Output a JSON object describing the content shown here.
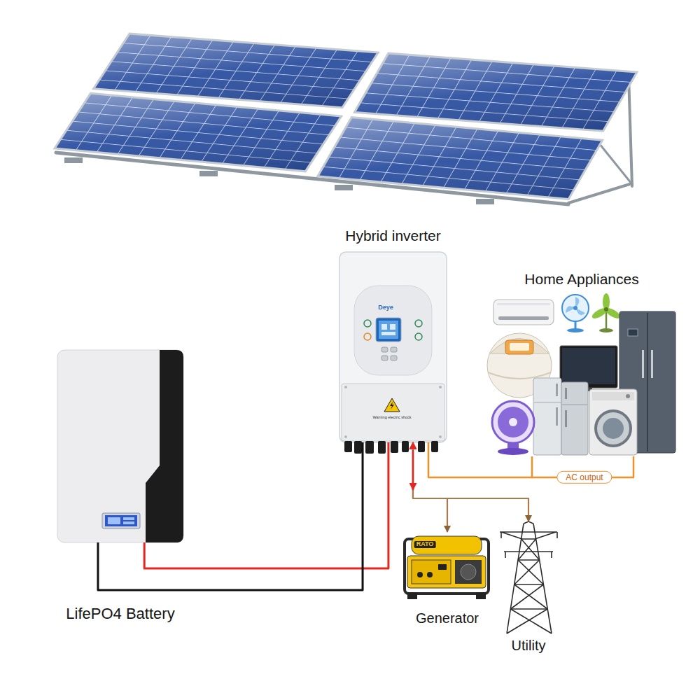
{
  "diagram": {
    "nodes": [
      {
        "text": [
          "Hybrid inverter"
        ]
      },
      {
        "text": [
          "Home Appliances"
        ]
      },
      {
        "text": [
          "LifePO4 Battery"
        ]
      },
      {
        "text": [
          "Generator"
        ]
      },
      {
        "text": [
          "Utility"
        ]
      }
    ],
    "edges": [
      {
        "from": 2,
        "to": 0,
        "arrow": "none"
      },
      {
        "from": 2,
        "to": 0,
        "arrow": "none"
      },
      {
        "from": 0,
        "to": 1,
        "label": "AC output",
        "arrow": "none"
      },
      {
        "from": 0,
        "to": 3,
        "arrow": "both"
      },
      {
        "from": 0,
        "to": 4,
        "arrow": "both"
      }
    ],
    "labels": [
      "Deye",
      "Warning electric shock",
      "RATO"
    ]
  }
}
